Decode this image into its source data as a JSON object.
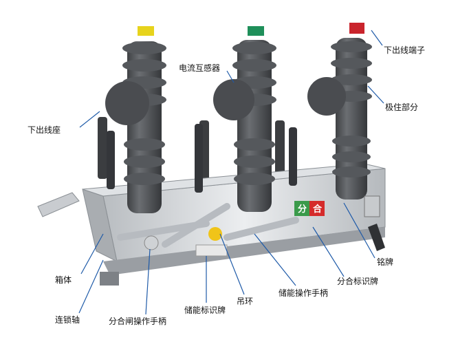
{
  "panel_mark": {
    "left": "分",
    "right": "合"
  },
  "colors": {
    "phase_a": "#e7d31c",
    "phase_b": "#1f8f5a",
    "phase_c": "#c9242c",
    "insulator": "#4d4f52",
    "housing": "#d6d9dc",
    "mark_green": "#3a9a4a",
    "mark_red": "#d52b2b",
    "leader": "#1e5aa8"
  },
  "labels": {
    "lower_terminal": "下出线端子",
    "current_transformer": "电流互感器",
    "pole_part": "极住部分",
    "lower_seat": "下出线座",
    "nameplate": "铭牌",
    "on_off_sign": "分合标识牌",
    "energy_handle": "储能操作手柄",
    "box_body": "箱体",
    "lifting_ring": "吊环",
    "energy_sign": "储能标识牌",
    "interlock_shaft": "连锁轴",
    "on_off_handle": "分合闸操作手柄"
  }
}
